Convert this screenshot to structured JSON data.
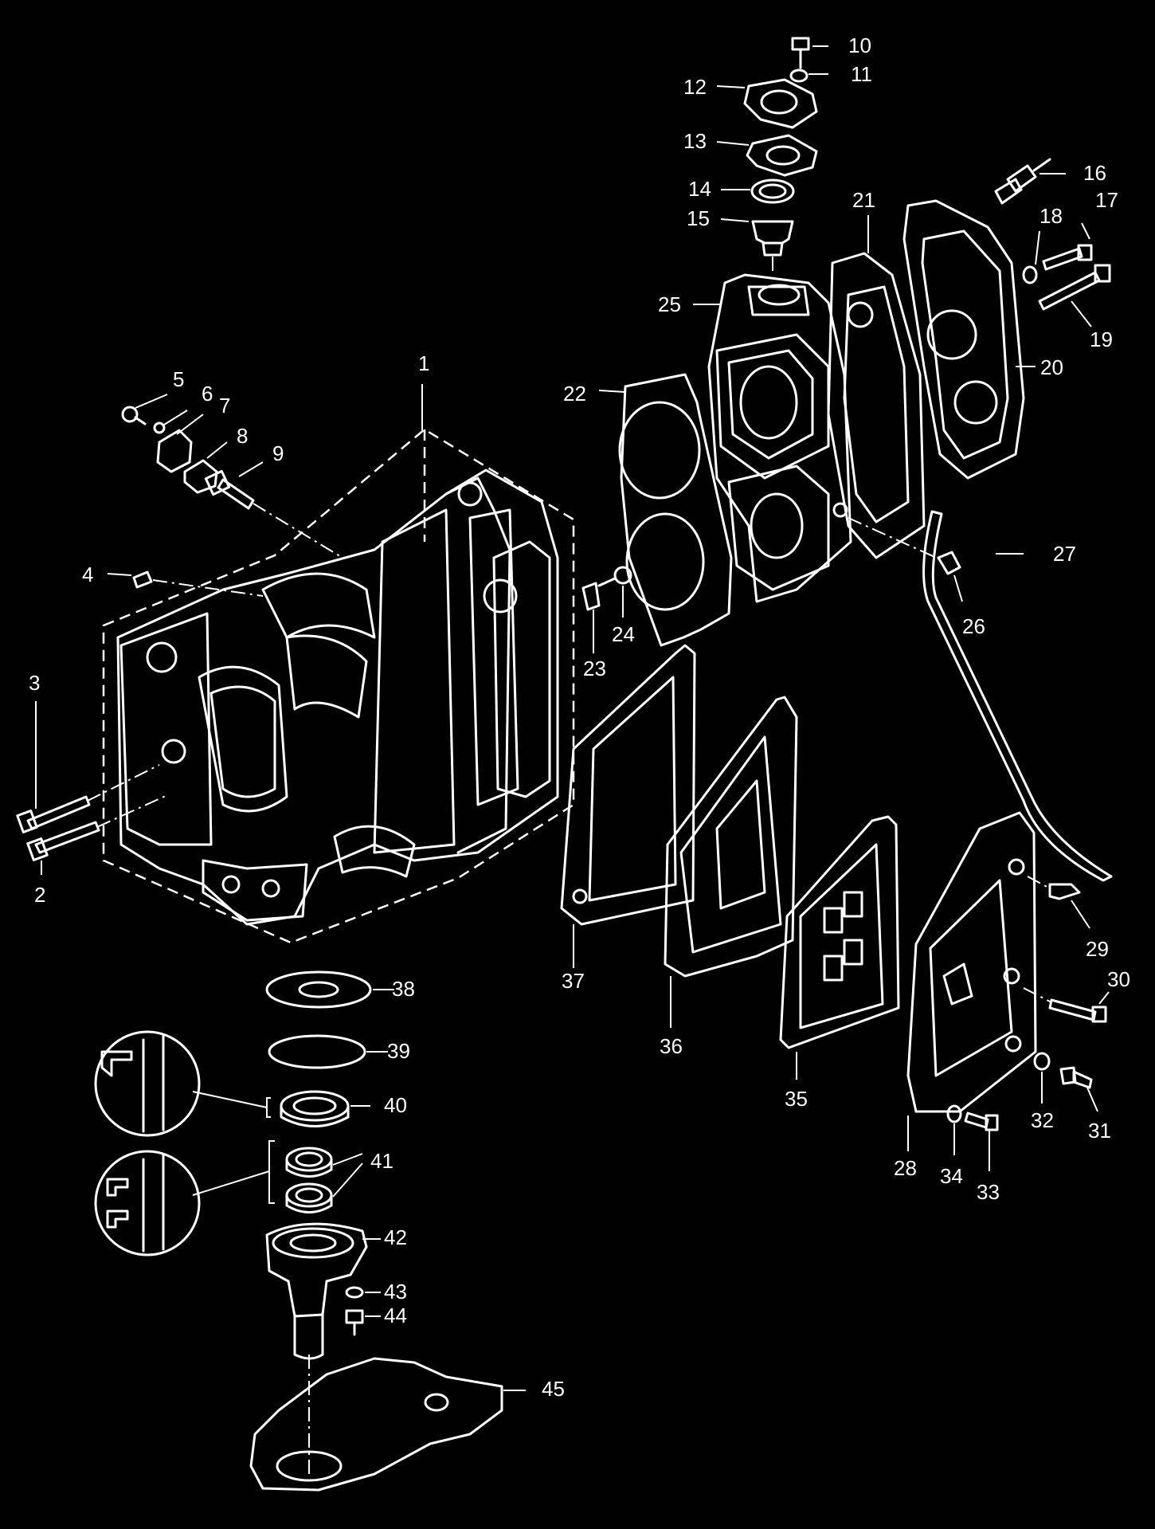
{
  "labels": {
    "n1": "1",
    "n2": "2",
    "n3": "3",
    "n4": "4",
    "n5": "5",
    "n6": "6",
    "n7": "7",
    "n8": "8",
    "n9": "9",
    "n10": "10",
    "n11": "11",
    "n12": "12",
    "n13": "13",
    "n14": "14",
    "n15": "15",
    "n16": "16",
    "n17": "17",
    "n18": "18",
    "n19": "19",
    "n20": "20",
    "n21": "21",
    "n22": "22",
    "n23": "23",
    "n24": "24",
    "n25": "25",
    "n26": "26",
    "n27": "27",
    "n28": "28",
    "n29": "29",
    "n30": "30",
    "n31": "31",
    "n32": "32",
    "n33": "33",
    "n34": "34",
    "n35": "35",
    "n36": "36",
    "n37": "37",
    "n38": "38",
    "n39": "39",
    "n40": "40",
    "n41": "41",
    "n42": "42",
    "n43": "43",
    "n44": "44",
    "n45": "45"
  },
  "colors": {
    "background": "#000000",
    "line": "#ffffff"
  }
}
